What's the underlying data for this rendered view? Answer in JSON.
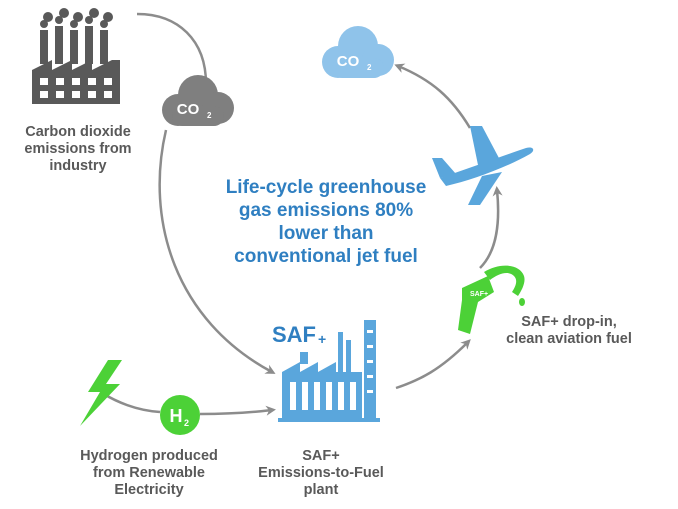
{
  "center_message": "Life-cycle greenhouse\ngas emissions 80%\nlower than\nconventional jet fuel",
  "labels": {
    "industry": "Carbon dioxide\nemissions from\nindustry",
    "hydrogen": "Hydrogen produced\nfrom Renewable\nElectricity",
    "plant": "SAF+\nEmissions-to-Fuel\nplant",
    "fuel": "SAF+ drop-in,\nclean aviation fuel"
  },
  "icons": {
    "co2_gray": {
      "icon": "cloud-icon",
      "text": "CO",
      "sub": "2",
      "color": "#7f7f7f"
    },
    "co2_blue": {
      "icon": "cloud-icon",
      "text": "CO",
      "sub": "2",
      "color": "#8fc3ea"
    },
    "h2": {
      "icon": "circle-icon",
      "text": "H",
      "sub": "2",
      "color": "#4cd137"
    },
    "plant_brand": "SAF",
    "plant_brand_plus": "+",
    "pump_brand": "SAF+"
  },
  "colors": {
    "gray": "#595959",
    "arrow": "#8c8c8c",
    "blue": "#2f7fc1",
    "light_blue": "#5aa6dc",
    "green": "#4cd137"
  }
}
